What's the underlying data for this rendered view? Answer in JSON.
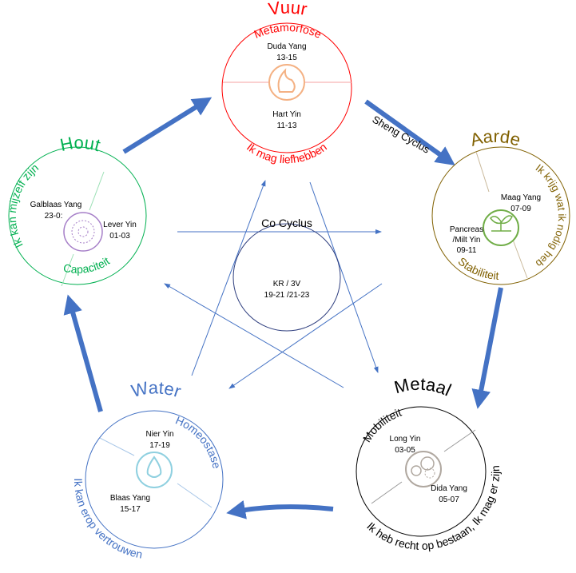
{
  "colors": {
    "vuur": "#ff0000",
    "aarde": "#806000",
    "hout": "#00b050",
    "water": "#4472c4",
    "metaal": "#000000",
    "arrow": "#4472c4"
  },
  "vuur": {
    "title": "Vuur",
    "quality": "Metamorfose",
    "affirmation": "Ik mag liefhebben",
    "organ1": "Duda Yang",
    "time1": "13-15",
    "organ2": "Hart Yin",
    "time2": "11-13",
    "icon": "flame-icon"
  },
  "aarde": {
    "title": "Aarde",
    "quality": "Stabiliteit",
    "affirmation": "Ik krijg wat ik nodig heb",
    "organ1": "Maag Yang",
    "time1": "07-09",
    "organ2a": "Pancreas",
    "organ2b": "/Milt Yin",
    "time2": "09-11",
    "icon": "leaf-icon"
  },
  "hout": {
    "title": "Hout",
    "quality": "Capaciteit",
    "affirmation": "Ik kan mijzelf zijn",
    "organ1": "Galblaas Yang",
    "time1": "23-0:",
    "organ2": "Lever Yin",
    "time2": "01-03",
    "icon": "spiral-icon"
  },
  "water": {
    "title": "Water",
    "quality": "Homeostase",
    "affirmation": "Ik kan erop vertrouwen",
    "organ1": "Nier  Yin",
    "time1": "17-19",
    "organ2": "Blaas Yang",
    "time2": "15-17",
    "icon": "water-drop-icon"
  },
  "metaal": {
    "title": "Metaal",
    "quality": "Mobiliteit",
    "affirmation": "Ik heb recht op bestaan, Ik mag er zijn",
    "organ1": "Long Yin",
    "time1": "03-05",
    "organ2": "Dida Yang",
    "time2": "05-07",
    "icon": "wind-icon"
  },
  "center": {
    "label": "Co Cyclus",
    "line1": "KR / 3V",
    "line2": "19-21 /21-23"
  },
  "sheng": "Sheng Cyclus"
}
